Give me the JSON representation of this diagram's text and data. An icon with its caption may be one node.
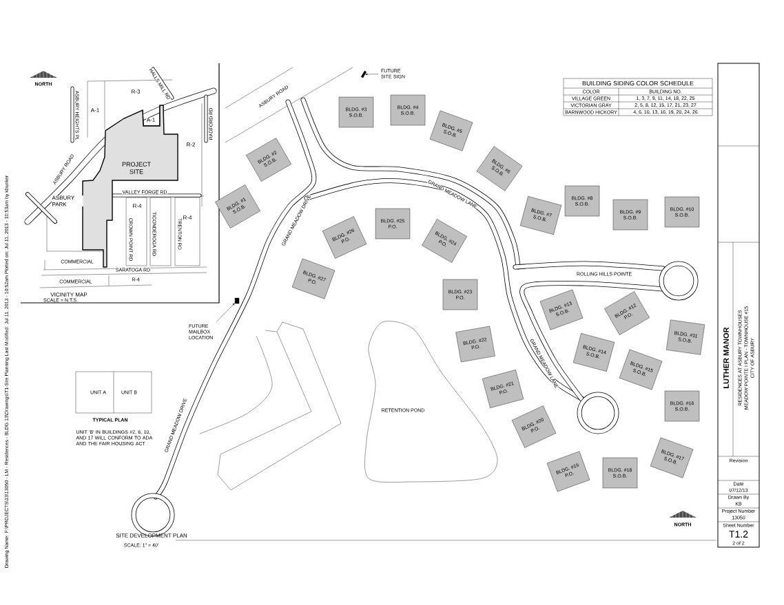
{
  "diagram": {
    "title": "SITE DEVELOPMENT PLAN",
    "nodes": [
      {
        "text": [
          "PROJECT SITE"
        ]
      },
      {
        "text": [
          "BLDG. #1",
          "S.O.B."
        ]
      },
      {
        "text": [
          "BLDG. #2",
          "S.O.B."
        ]
      },
      {
        "text": [
          "BLDG. #3",
          "S.O.B."
        ]
      },
      {
        "text": [
          "BLDG. #4",
          "S.O.B."
        ]
      },
      {
        "text": [
          "BLDG. #5",
          "S.O.B."
        ]
      },
      {
        "text": [
          "BLDG. #6",
          "S.O.B."
        ]
      },
      {
        "text": [
          "BLDG. #7",
          "S.O.B."
        ]
      },
      {
        "text": [
          "BLDG. #8",
          "S.O.B."
        ]
      },
      {
        "text": [
          "BLDG. #9",
          "S.O.B."
        ]
      },
      {
        "text": [
          "BLDG. #10",
          "S.O.B."
        ]
      },
      {
        "text": [
          "BLDG. #11",
          "S.O.B."
        ]
      },
      {
        "text": [
          "BLDG. #12",
          "P.O."
        ]
      },
      {
        "text": [
          "BLDG. #13",
          "S.O.B."
        ]
      },
      {
        "text": [
          "BLDG. #14",
          "S.O.B."
        ]
      },
      {
        "text": [
          "BLDG. #15",
          "S.O.B."
        ]
      },
      {
        "text": [
          "BLDG. #16",
          "S.O.B."
        ]
      },
      {
        "text": [
          "BLDG. #17",
          "S.O.B."
        ]
      },
      {
        "text": [
          "BLDG. #18",
          "S.O.B."
        ]
      },
      {
        "text": [
          "BLDG. #19",
          "P.O."
        ]
      },
      {
        "text": [
          "BLDG. #20",
          "P.O."
        ]
      },
      {
        "text": [
          "BLDG. #21",
          "P.O."
        ]
      },
      {
        "text": [
          "BLDG. #22",
          "P.O."
        ]
      },
      {
        "text": [
          "BLDG. #23",
          "P.O."
        ]
      },
      {
        "text": [
          "BLDG. #24",
          "P.O."
        ]
      },
      {
        "text": [
          "BLDG. #25",
          "P.O."
        ]
      },
      {
        "text": [
          "BLDG. #26",
          "P.O."
        ]
      },
      {
        "text": [
          "BLDG. #27",
          "P.O."
        ]
      },
      {
        "text": [
          "RETENTION POND"
        ]
      },
      {
        "text": [
          "FUTURE SITE SIGN"
        ]
      },
      {
        "text": [],
        "shape": "box"
      },
      {
        "text": [
          "FUTURE MAILBOX LOCATION"
        ]
      },
      {
        "text": [],
        "shape": "box"
      },
      {
        "text": [
          "UNIT A",
          "UNIT B"
        ],
        "beside": [
          "TYPICAL PLAN",
          "UNIT 'B' IN BUILDINGS #2, 6, 10, AND 17 WILL CONFORM TO ADA AND THE FAIR HOUSING ACT"
        ]
      }
    ],
    "edges": [
      {
        "from": 29,
        "to": 30,
        "arrow": "to"
      },
      {
        "from": 31,
        "to": 32,
        "arrow": "to"
      }
    ],
    "labels": [
      "NORTH",
      "R-3",
      "A-1",
      "A-1",
      "HALLS MILL RD",
      "ASBURY HEIGHTS PL",
      "RADFORD RD",
      "R-2",
      "ASBURY ROAD",
      "ASBURY PARK",
      "VALLEY FORGE RD",
      "R-4",
      "R-4",
      "CROWN POINT RD",
      "TICONDEROGA RD",
      "TRENTON RD",
      "COMMERCIAL",
      "SARATOGA RD",
      "COMMERCIAL",
      "R-4",
      "VICINITY MAP",
      "SCALE = N.T.S.",
      "ASBURY ROAD",
      "GRAND MEADOW DRIVE",
      "GRAND MEADOW LANE",
      "ROLLING HILLS POINTE",
      "GRAND MEADOW LANE",
      "GRAND MEADOW DRIVE",
      "BUILDING SIDING COLOR SCHEDULE",
      "COLOR",
      "BUILDING NO.",
      "VILLAGE GREEN",
      "1, 3, 7, 9, 11, 14, 18, 22, 25",
      "VICTORIAN GRAY",
      "2, 5, 8, 12, 15, 17, 21, 23, 27",
      "BARNWOOD HICKORY",
      "4, 6, 10, 13, 16, 19, 20, 24, 26",
      "SCALE: 1\" = 40'",
      "NORTH",
      "LUTHER MANOR",
      "RESIDENCES AT ASBURY TOWNHOUSES",
      "MEADOW POINTE I PLAN - TOWNHOUSE #15",
      "CITY OF ASBURY",
      "Revision",
      "Date",
      "07/12/13",
      "Drawn By",
      "KB",
      "Project Number",
      "13050",
      "Sheet Number",
      "T1.2",
      "2 of 2",
      "Drawing Name: F:\\PROJECTS\\13\\13050 - LM - Residences - BLDG 13\\Drawings\\T1-Site Planning Last Modified: Jul 11, 2013 - 10:52am Plotted on: Jul 11, 2013 - 10:53am by kbunker"
    ]
  }
}
